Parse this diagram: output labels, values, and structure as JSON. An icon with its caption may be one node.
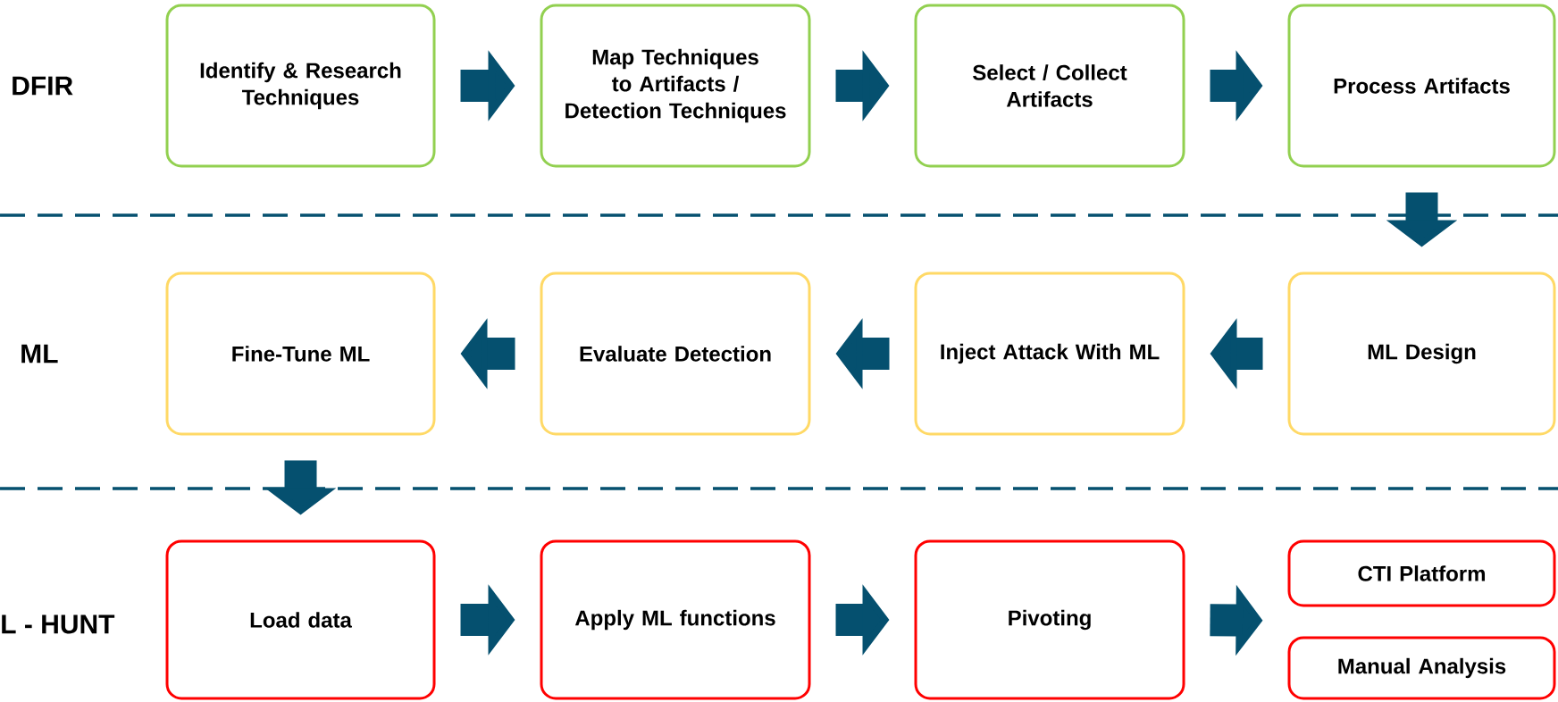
{
  "diagram": {
    "nodes": [
      {
        "text": [
          "Identify & Research Techniques"
        ]
      },
      {
        "text": [
          "Map Techniques to Artifacts / Detection Techniques"
        ]
      },
      {
        "text": [
          "Select / Collect Artifacts"
        ]
      },
      {
        "text": [
          "Process Artifacts"
        ]
      },
      {
        "text": [
          "Fine-Tune ML"
        ]
      },
      {
        "text": [
          "Evaluate Detection"
        ]
      },
      {
        "text": [
          "Inject Attack With ML"
        ]
      },
      {
        "text": [
          "ML Design"
        ]
      },
      {
        "text": [
          "Load data"
        ]
      },
      {
        "text": [
          "Apply ML functions"
        ]
      },
      {
        "text": [
          "Pivoting"
        ]
      },
      {
        "text": [
          "CTI Platform"
        ]
      },
      {
        "text": [
          "Manual Analysis"
        ]
      }
    ],
    "edges": [
      {
        "from": 0,
        "to": 1,
        "arrow": "to"
      },
      {
        "from": 1,
        "to": 2,
        "arrow": "to"
      },
      {
        "from": 2,
        "to": 3,
        "arrow": "to"
      },
      {
        "from": 3,
        "to": 7,
        "arrow": "to"
      },
      {
        "from": 7,
        "to": 6,
        "arrow": "to"
      },
      {
        "from": 6,
        "to": 5,
        "arrow": "to"
      },
      {
        "from": 5,
        "to": 4,
        "arrow": "to"
      },
      {
        "from": 4,
        "to": 8,
        "arrow": "to"
      },
      {
        "from": 8,
        "to": 9,
        "arrow": "to"
      },
      {
        "from": 9,
        "to": 10,
        "arrow": "to"
      },
      {
        "from": 10,
        "to": 11,
        "arrow": "to"
      },
      {
        "from": 10,
        "to": 12,
        "arrow": "to"
      }
    ],
    "labels": [
      "DFIR",
      "ML",
      "L - HUNT"
    ]
  }
}
